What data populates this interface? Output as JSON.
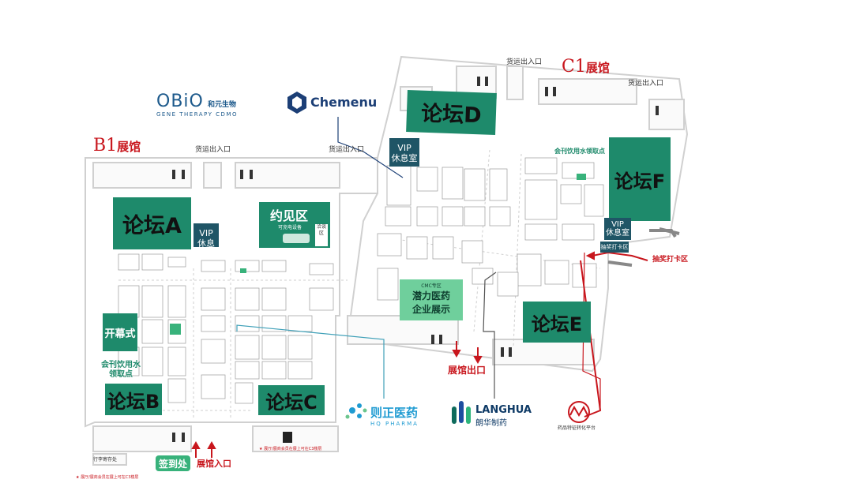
{
  "halls": {
    "b1": {
      "code": "B1",
      "label": "展馆"
    },
    "c1": {
      "code": "C1",
      "label": "展馆"
    }
  },
  "forums": {
    "a": "论坛A",
    "b": "论坛B",
    "c": "论坛C",
    "d": "论坛D",
    "e": "论坛E",
    "f": "论坛F"
  },
  "vip": {
    "line1": "VIP",
    "line2": "休息室"
  },
  "meeting_zone": {
    "title": "约见区",
    "sub": "可充电设备",
    "side": "洽谈区"
  },
  "opening": "开幕式",
  "water_b": {
    "line1": "会刊饮用水",
    "line2": "领取点"
  },
  "water_c": "会刊饮用水领取点",
  "cargo_entrance": "货运出入口",
  "signin": "签到处",
  "hall_entrance": "展馆入口",
  "hall_exit": "展馆出口",
  "checkin": "抽奖打卡区",
  "checkin_box": "抽奖打卡区",
  "potential": {
    "tag": "CMC专区",
    "line1": "潜力医药",
    "line2": "企业展示"
  },
  "luggage": "行李寄存处",
  "footnote_b": "★ 展厅/展商会员在展上可在C3楼层",
  "footnote_a": "★ 展厅/展商会员在展上可在C3楼层",
  "logos": {
    "obio": {
      "name": "OBiO",
      "cn": "和元生物",
      "sub": "GENE THERAPY CDMO"
    },
    "chemenu": {
      "name": "Chemenu"
    },
    "hq": {
      "cn": "则正医药",
      "en": "HQ PHARMA"
    },
    "langhua": {
      "en": "LANGHUA",
      "cn": "朗华制药"
    },
    "yaopin": {
      "cn": "药品特征转化平台"
    }
  },
  "colors": {
    "forum": "#1e8a6b",
    "vip": "#1f5566",
    "accent_red": "#c8161d",
    "booth_green": "#38b27b"
  }
}
